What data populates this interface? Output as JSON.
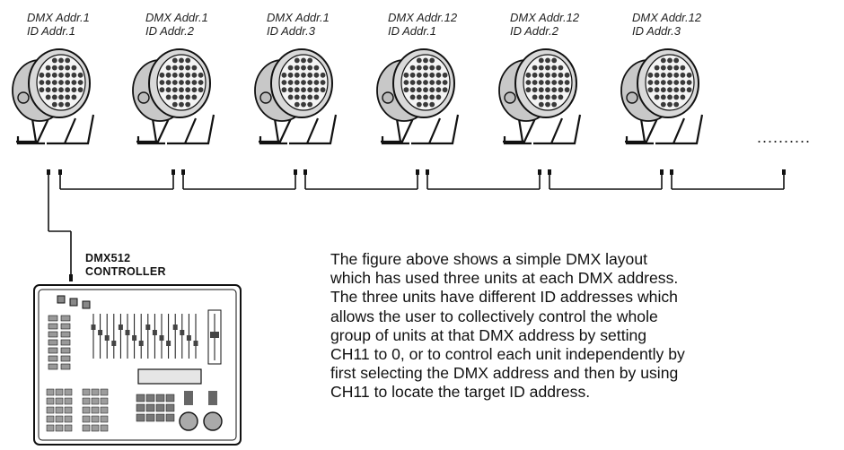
{
  "fixtures": [
    {
      "dmx": "DMX Addr.1",
      "id": "ID Addr.1"
    },
    {
      "dmx": "DMX Addr.1",
      "id": "ID Addr.2"
    },
    {
      "dmx": "DMX Addr.1",
      "id": "ID Addr.3"
    },
    {
      "dmx": "DMX Addr.12",
      "id": "ID Addr.1"
    },
    {
      "dmx": "DMX Addr.12",
      "id": "ID Addr.2"
    },
    {
      "dmx": "DMX Addr.12",
      "id": "ID Addr.3"
    }
  ],
  "continuation": "..........",
  "controller": {
    "line1": "DMX512",
    "line2": "CONTROLLER"
  },
  "description": [
    "The figure above shows a simple DMX layout",
    "which has used three units at each DMX address.",
    "The three units have different ID addresses which",
    "allows the user to collectively control the whole",
    "group of units at that DMX address by setting",
    "CH11 to 0, or to control each unit independently by",
    "first selecting the DMX address and then by using",
    "CH11 to locate the target ID address."
  ],
  "colors": {
    "line": "#111111",
    "fixture_body": "#d9d9d9",
    "led": "#3a3a3a"
  }
}
